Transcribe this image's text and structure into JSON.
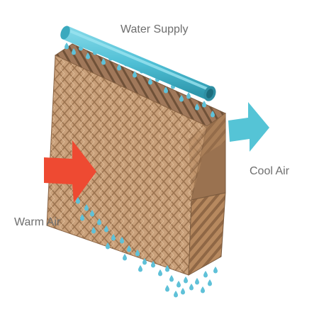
{
  "labels": {
    "water_supply": "Water Supply",
    "cool_air": "Cool Air",
    "warm_air": "Warm Air"
  },
  "colors": {
    "pipe": "#52c2d6",
    "pipe_dark": "#2e95aa",
    "droplet": "#5fc1d8",
    "warm_arrow": "#ee4a32",
    "cool_arrow": "#55c4d6",
    "pad_front": "#c49a72",
    "pad_side": "#b08460",
    "pad_top": "#8b6a4c",
    "label_text": "#6e6e6e"
  },
  "icons": {
    "pipe": "water-pipe-icon",
    "warm": "warm-air-arrow-icon",
    "cool": "cool-air-arrow-icon"
  }
}
